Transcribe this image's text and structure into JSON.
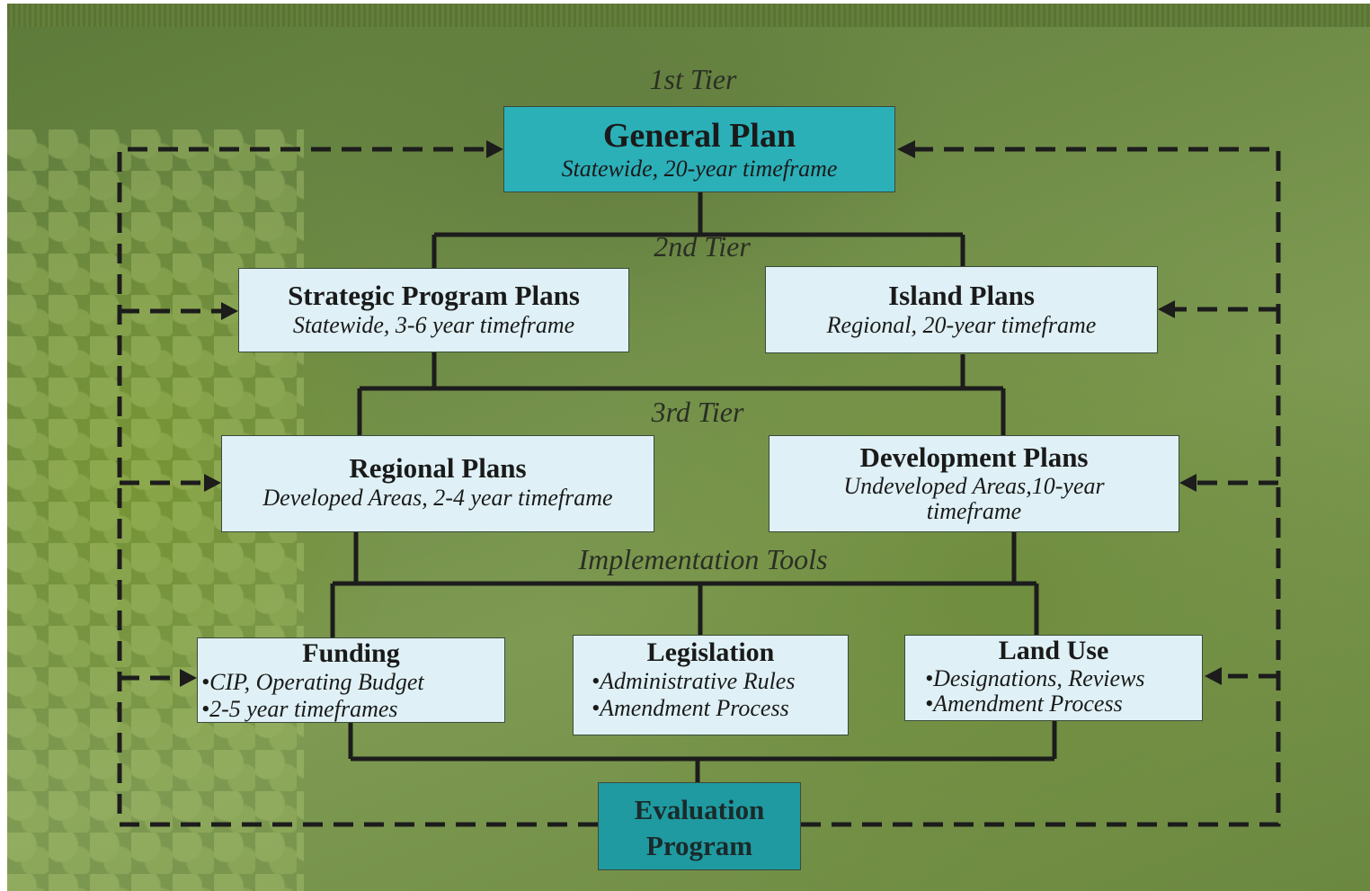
{
  "tiers": {
    "first": "1st Tier",
    "second": "2nd Tier",
    "third": "3rd Tier",
    "tools": "Implementation Tools"
  },
  "nodes": {
    "general_plan": {
      "title": "General Plan",
      "subtitle": "Statewide, 20-year timeframe"
    },
    "strategic_program_plans": {
      "title": "Strategic Program Plans",
      "subtitle": "Statewide, 3-6 year timeframe"
    },
    "island_plans": {
      "title": "Island Plans",
      "subtitle": "Regional, 20-year timeframe"
    },
    "regional_plans": {
      "title": "Regional Plans",
      "subtitle": "Developed Areas, 2-4 year timeframe"
    },
    "development_plans": {
      "title": "Development Plans",
      "subtitle_line1": "Undeveloped Areas,10-year",
      "subtitle_line2": "timeframe"
    },
    "funding": {
      "title": "Funding",
      "bullets": [
        "•CIP, Operating Budget",
        "•2-5 year timeframes"
      ]
    },
    "legislation": {
      "title": "Legislation",
      "bullets": [
        "•Administrative Rules",
        "•Amendment Process"
      ]
    },
    "land_use": {
      "title": "Land Use",
      "bullets": [
        "•Designations, Reviews",
        "•Amendment Process"
      ]
    },
    "evaluation_program": {
      "title_line1": "Evaluation",
      "title_line2": "Program"
    }
  },
  "colors": {
    "box_fill": "#dff1f6",
    "top_box_fill": "#2bb0b8",
    "bottom_box_fill": "#1f9aa0",
    "connector": "#1c1c1c",
    "feedback_dashed": "#1c1c1c"
  }
}
